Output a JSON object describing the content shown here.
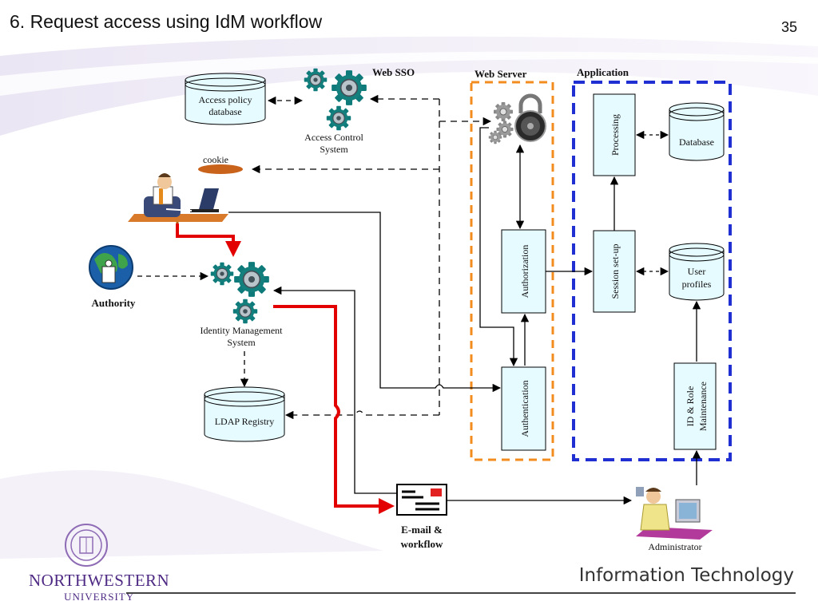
{
  "slide": {
    "title": "6. Request access using IdM workflow",
    "number": "35"
  },
  "diagram": {
    "web_sso_label": "Web SSO",
    "web_server_label": "Web Server",
    "application_label": "Application",
    "access_policy_db": [
      "Access policy",
      "database"
    ],
    "access_control_system": [
      "Access Control",
      "System"
    ],
    "cookie_label": "cookie",
    "authority_label": "Authority",
    "identity_management_system": [
      "Identity Management",
      "System"
    ],
    "ldap_registry": "LDAP Registry",
    "email_workflow": [
      "E-mail &",
      "workflow"
    ],
    "administrator": "Administrator",
    "authorization": "Authorization",
    "authentication": "Authentication",
    "processing": "Processing",
    "session_setup": "Session set-up",
    "id_role_maintenance": [
      "ID & Role",
      "Maintenance"
    ],
    "database": "Database",
    "user_profiles": [
      "User",
      "profiles"
    ],
    "colors": {
      "web_server_border": "#f28c1e",
      "application_border": "#1f2fd1",
      "box_fill": "#e6fbff",
      "workflow_arrow": "#e30000"
    }
  },
  "footer": {
    "university_line1": "NORTHWESTERN",
    "university_line2": "UNIVERSITY",
    "department": "Information Technology"
  }
}
